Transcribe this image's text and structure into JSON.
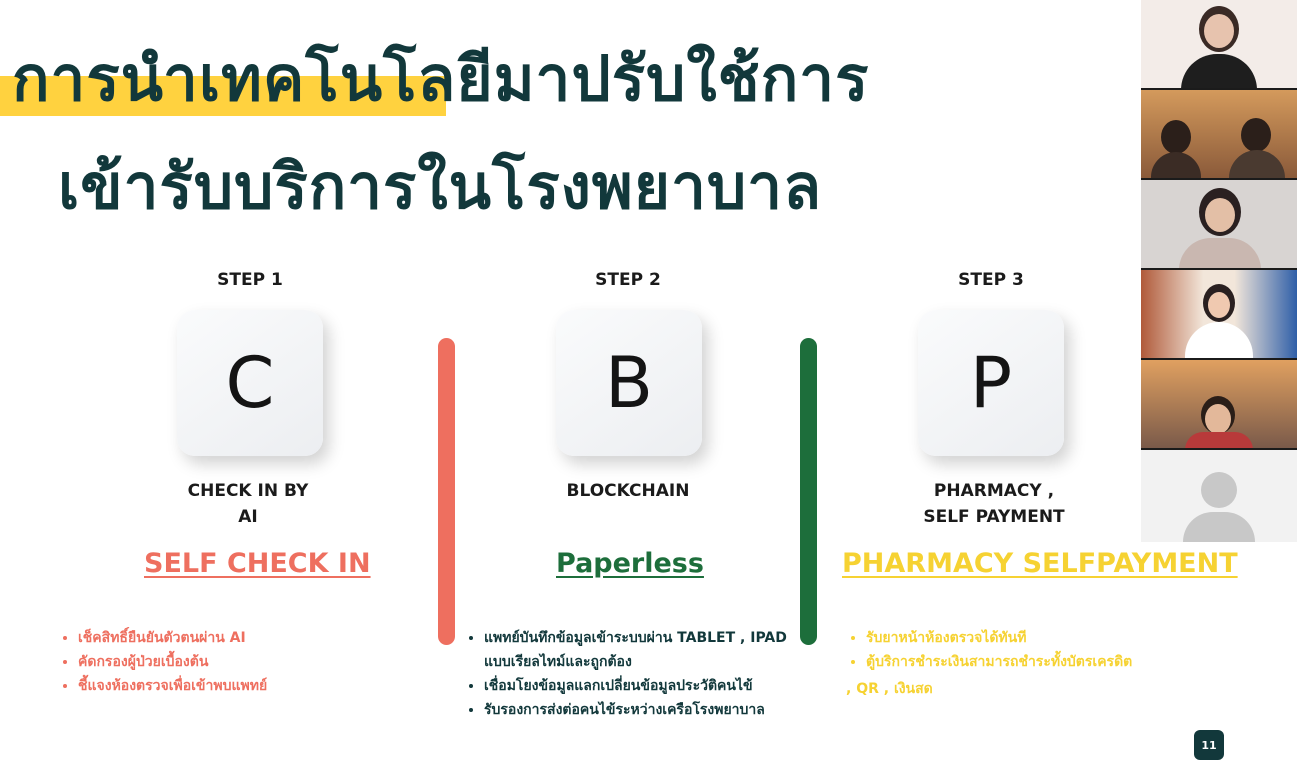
{
  "slide": {
    "title_line1": "การนำเทคโนโลยีมาปรับใช้การ",
    "title_line2": "เข้ารับบริการในโรงพยาบาล",
    "page_number": "11",
    "colors": {
      "title": "#12383b",
      "highlight": "#ffd23f",
      "step1": "#ee6f5f",
      "step2": "#1d6e3b",
      "step3": "#f6d232"
    },
    "steps": [
      {
        "label": "STEP 1",
        "letter": "C",
        "desc_line1": "CHECK IN BY",
        "desc_line2": "AI",
        "keyword": "SELF CHECK IN",
        "bullets": [
          "เช็คสิทธิ์ยืนยันตัวตนผ่าน AI",
          "คัดกรองผู้ป่วยเบื้องต้น",
          "ชี้แจงห้องตรวจเพื่อเข้าพบแพทย์"
        ]
      },
      {
        "label": "STEP 2",
        "letter": "B",
        "desc_line1": "BLOCKCHAIN",
        "desc_line2": "",
        "keyword": "Paperless",
        "bullets": [
          "แพทย์บันทึกข้อมูลเข้าระบบผ่าน TABLET , IPAD แบบเรียลไทม์และถูกต้อง",
          "เชื่อมโยงข้อมูลแลกเปลี่ยนข้อมูลประวัติคนไข้",
          "รับรองการส่งต่อคนไข้ระหว่างเครือโรงพยาบาล"
        ]
      },
      {
        "label": "STEP 3",
        "letter": "P",
        "desc_line1": "PHARMACY ,",
        "desc_line2": "SELF PAYMENT",
        "keyword": "PHARMACY SELFPAYMENT",
        "bullets": [
          "รับยาหน้าห้องตรวจได้ทันที",
          "ตู้บริการชำระเงินสามารถชำระทั้งบัตรเครดิต"
        ],
        "bullet_continuation": ", QR , เงินสด"
      }
    ]
  },
  "participants": [
    {
      "role": "speaker",
      "icon": "person-icon"
    },
    {
      "role": "participant",
      "icon": "person-icon"
    },
    {
      "role": "participant",
      "icon": "person-icon"
    },
    {
      "role": "participant",
      "icon": "person-icon"
    },
    {
      "role": "participant",
      "icon": "person-icon"
    },
    {
      "role": "camera-off",
      "icon": "avatar-placeholder-icon"
    }
  ]
}
